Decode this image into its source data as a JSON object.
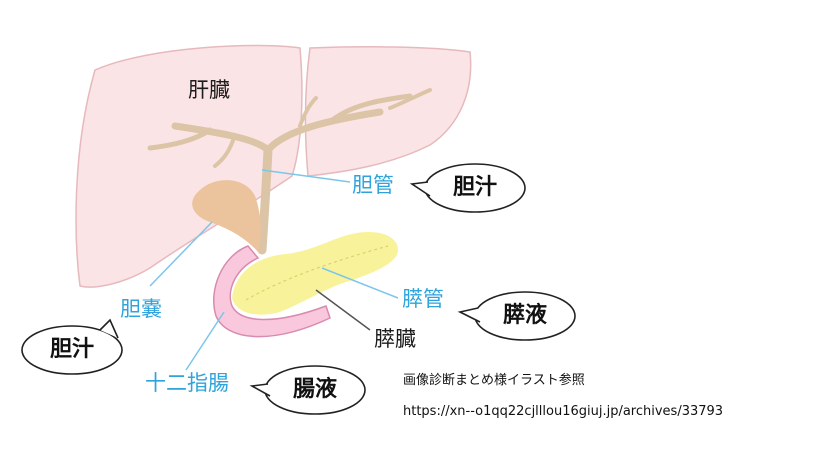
{
  "labels": {
    "liver": "肝臓",
    "bile_duct": "胆管",
    "gallbladder": "胆嚢",
    "pancreatic_duct": "膵管",
    "pancreas": "膵臓",
    "duodenum": "十二指腸"
  },
  "bubbles": {
    "bile_top": "胆汁",
    "bile_left": "胆汁",
    "pancreatic_juice": "膵液",
    "intestinal_juice": "腸液"
  },
  "credit": {
    "source": "画像診断まとめ様イラスト参照",
    "url": "https://xn--o1qq22cjlllou16giuj.jp/archives/33793"
  },
  "colors": {
    "liver": "#fbe4e6",
    "liver_stroke": "#e6b9bd",
    "ducts": "#dcc5a6",
    "gallbladder": "#ebc39d",
    "pancreas": "#f8f39a",
    "duodenum": "#f9c8dc",
    "duodenum_stroke": "#d98aaf",
    "part_label": "#2ea3dc",
    "leader_blue": "#7cc6ea",
    "leader_dark": "#555555"
  }
}
